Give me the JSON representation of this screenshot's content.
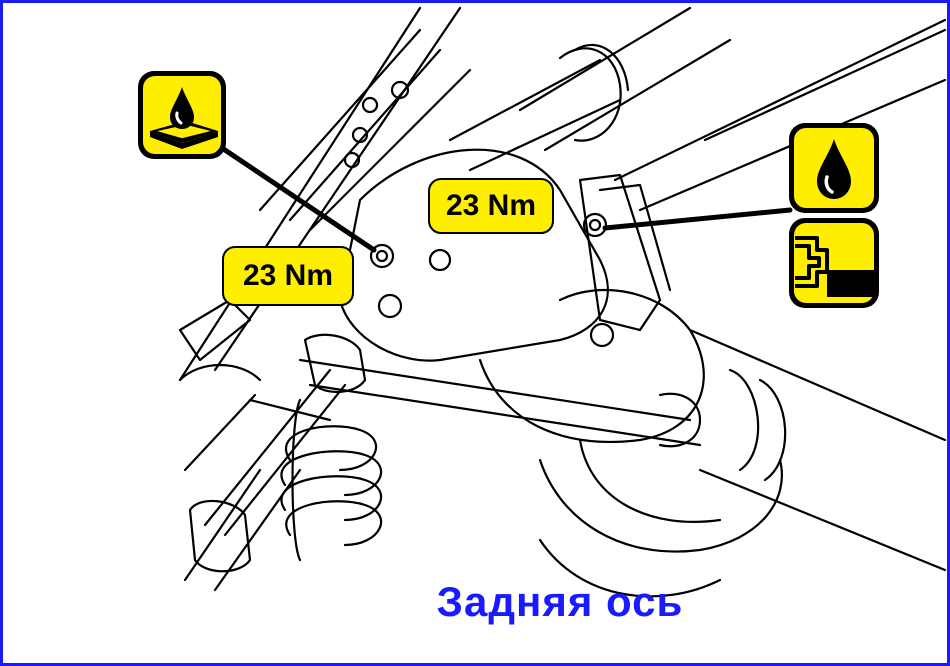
{
  "torque_labels": [
    "23 Nm",
    "23 Nm"
  ],
  "caption": "Задняя  ось",
  "icons": [
    "grease-application-icon",
    "oil-drop-icon",
    "sealant-flange-icon"
  ],
  "colors": {
    "frame": "#1a1aff",
    "caption": "#1a1aff",
    "label_fill": "#ffee00",
    "icon_fill": "#ffee00"
  }
}
